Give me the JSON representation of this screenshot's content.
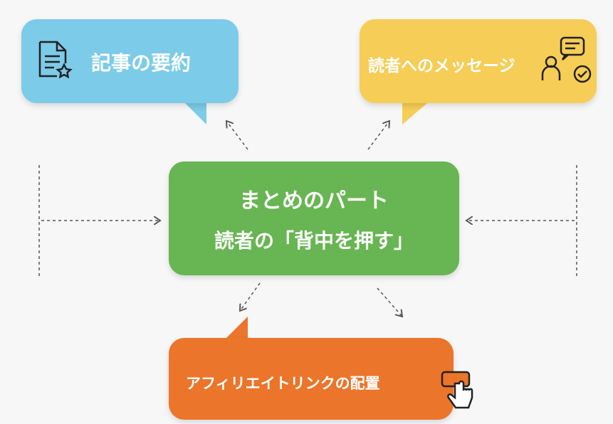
{
  "summary": {
    "label": "記事の要約",
    "color": "#7ccbe8",
    "icon": "document-star-icon"
  },
  "message": {
    "label": "読者へのメッセージ",
    "color": "#f6cd56",
    "icon": "person-chat-check-icon"
  },
  "center": {
    "title": "まとめのパート",
    "subtitle": "読者の「背中を押す」",
    "color": "#68b553"
  },
  "affiliate": {
    "label": "アフィリエイトリンクの配置",
    "color": "#eb752a",
    "icon": "hand-click-button-icon"
  }
}
